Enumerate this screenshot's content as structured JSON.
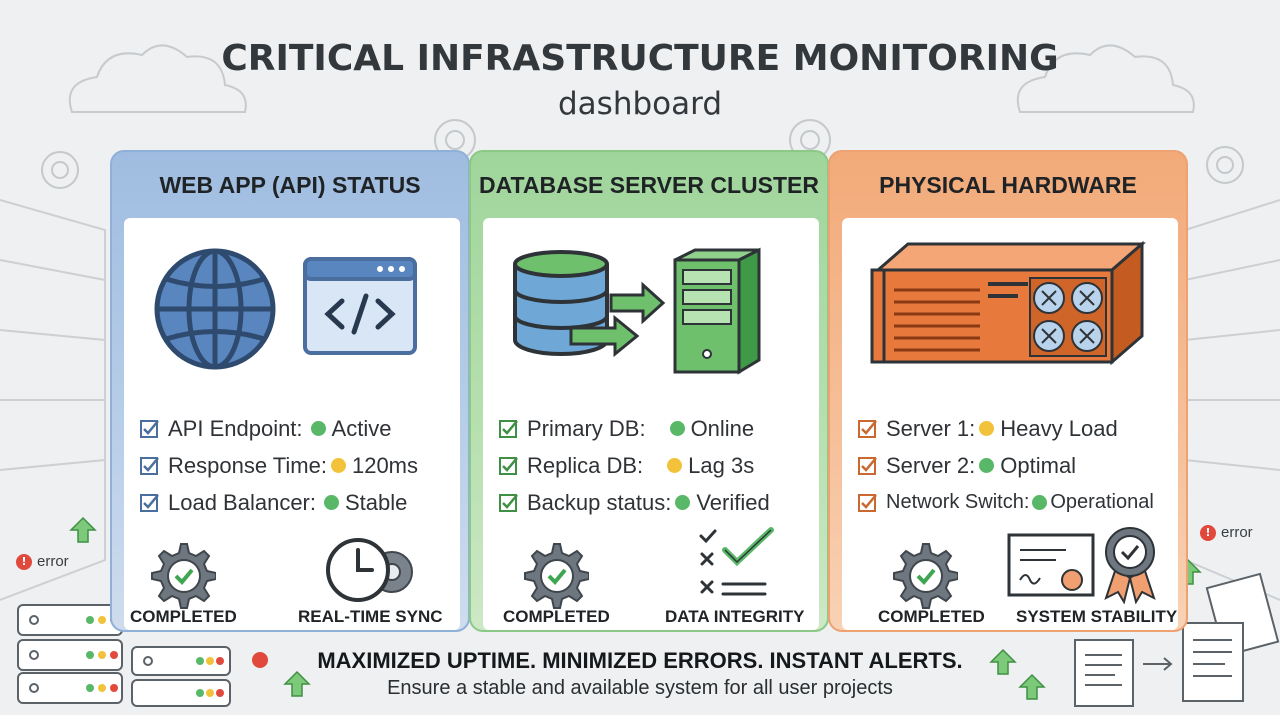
{
  "header": {
    "title": "CRITICAL INFRASTRUCTURE MONITORING",
    "subtitle": "dashboard"
  },
  "panels": [
    {
      "title": "WEB APP (API) STATUS",
      "accent": "#8fb0d8",
      "rows": [
        {
          "label": "API Endpoint:",
          "value": "Active",
          "status_color": "#58b868"
        },
        {
          "label": "Response Time:",
          "value": "120ms",
          "status_color": "#f2c33a"
        },
        {
          "label": "Load Balancer:",
          "value": "Stable",
          "status_color": "#58b868"
        }
      ],
      "badges": [
        "COMPLETED",
        "REAL-TIME SYNC"
      ]
    },
    {
      "title": "DATABASE SERVER CLUSTER",
      "accent": "#8cc987",
      "rows": [
        {
          "label": "Primary DB:",
          "value": "Online",
          "status_color": "#58b868"
        },
        {
          "label": "Replica DB:",
          "value": "Lag 3s",
          "status_color": "#f2c33a"
        },
        {
          "label": "Backup status:",
          "value": "Verified",
          "status_color": "#58b868"
        }
      ],
      "badges": [
        "COMPLETED",
        "DATA INTEGRITY"
      ]
    },
    {
      "title": "PHYSICAL HARDWARE",
      "accent": "#eea171",
      "rows": [
        {
          "label": "Server 1:",
          "value": "Heavy Load",
          "status_color": "#f2c33a"
        },
        {
          "label": "Server 2:",
          "value": "Optimal",
          "status_color": "#58b868"
        },
        {
          "label": "Network Switch:",
          "value": "Operational",
          "status_color": "#58b868"
        }
      ],
      "badges": [
        "COMPLETED",
        "SYSTEM STABILITY"
      ]
    }
  ],
  "side": {
    "left_error": "error",
    "right_error": "error"
  },
  "footer": {
    "headline": "MAXIMIZED UPTIME. MINIMIZED ERRORS. INSTANT ALERTS.",
    "tagline": "Ensure a stable and available system for all user projects"
  },
  "icons": {
    "web": [
      "globe-icon",
      "code-window-icon",
      "gear-check-icon",
      "clock-gear-icon"
    ],
    "db": [
      "database-icon",
      "server-tower-icon",
      "gear-check-icon",
      "checklist-icon"
    ],
    "hw": [
      "rack-server-icon",
      "gear-check-icon",
      "certificate-icon",
      "award-icon"
    ]
  },
  "colors": {
    "ok": "#58b868",
    "warn": "#f2c33a",
    "error": "#e0493c"
  }
}
